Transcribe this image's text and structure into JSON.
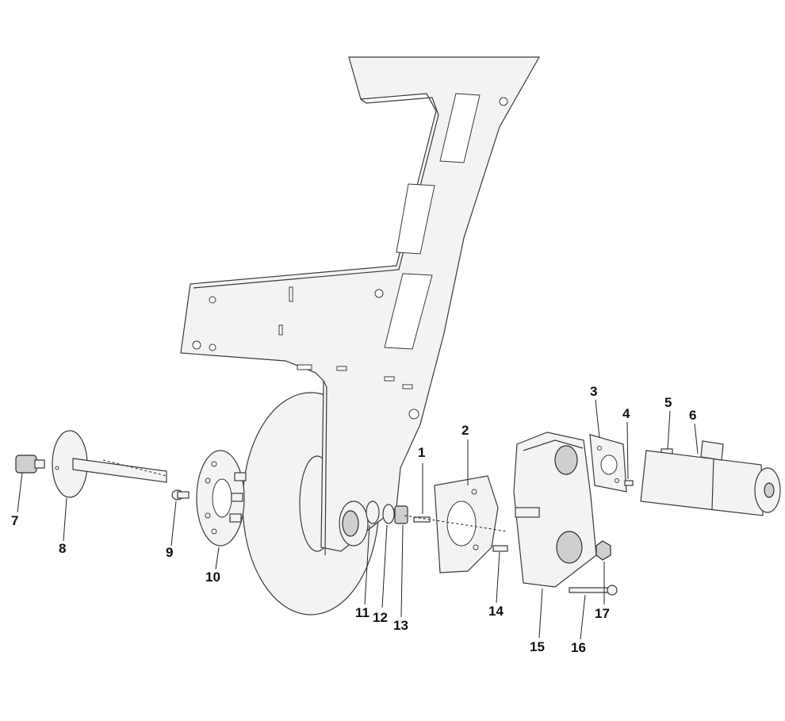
{
  "diagram": {
    "callouts": [
      {
        "id": "c1",
        "label": "1"
      },
      {
        "id": "c2",
        "label": "2"
      },
      {
        "id": "c3",
        "label": "3"
      },
      {
        "id": "c4",
        "label": "4"
      },
      {
        "id": "c5",
        "label": "5"
      },
      {
        "id": "c6",
        "label": "6"
      },
      {
        "id": "c7",
        "label": "7"
      },
      {
        "id": "c8",
        "label": "8"
      },
      {
        "id": "c9",
        "label": "9"
      },
      {
        "id": "c10",
        "label": "10"
      },
      {
        "id": "c11",
        "label": "11"
      },
      {
        "id": "c12",
        "label": "12"
      },
      {
        "id": "c13",
        "label": "13"
      },
      {
        "id": "c14",
        "label": "14"
      },
      {
        "id": "c15",
        "label": "15"
      },
      {
        "id": "c16",
        "label": "16"
      },
      {
        "id": "c17",
        "label": "17"
      }
    ]
  }
}
